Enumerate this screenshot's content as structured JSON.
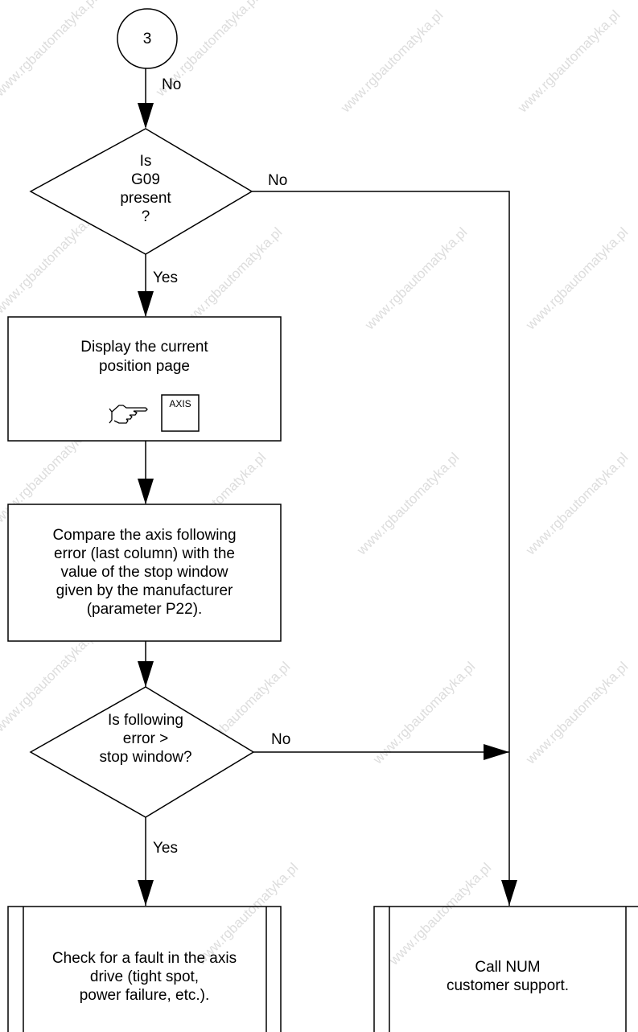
{
  "connector": {
    "label": "3"
  },
  "edges": {
    "no_top": "No",
    "no_g09": "No",
    "yes_g09": "Yes",
    "no_follow": "No",
    "yes_follow": "Yes"
  },
  "decision_g09": {
    "lines": [
      "Is",
      "G09",
      "present",
      "?"
    ]
  },
  "display_box": {
    "lines": [
      "Display the current",
      "position page"
    ],
    "key_label": "AXIS",
    "icon": "pointing-hand-icon"
  },
  "compare_box": {
    "lines": [
      "Compare the axis following",
      "error (last column) with the",
      "value of the stop window",
      "given by the manufacturer",
      "(parameter P22)."
    ]
  },
  "decision_follow": {
    "lines": [
      "Is following",
      "error >",
      "stop window?"
    ]
  },
  "check_box": {
    "lines": [
      "Check for a fault in the axis",
      "drive (tight spot,",
      "power failure, etc.)."
    ]
  },
  "call_box": {
    "lines": [
      "Call NUM",
      "customer support."
    ]
  },
  "watermark": "www.rgbautomatyka.pl",
  "colors": {
    "line": "#000000",
    "background": "#ffffff",
    "watermark": "#dddddd"
  }
}
